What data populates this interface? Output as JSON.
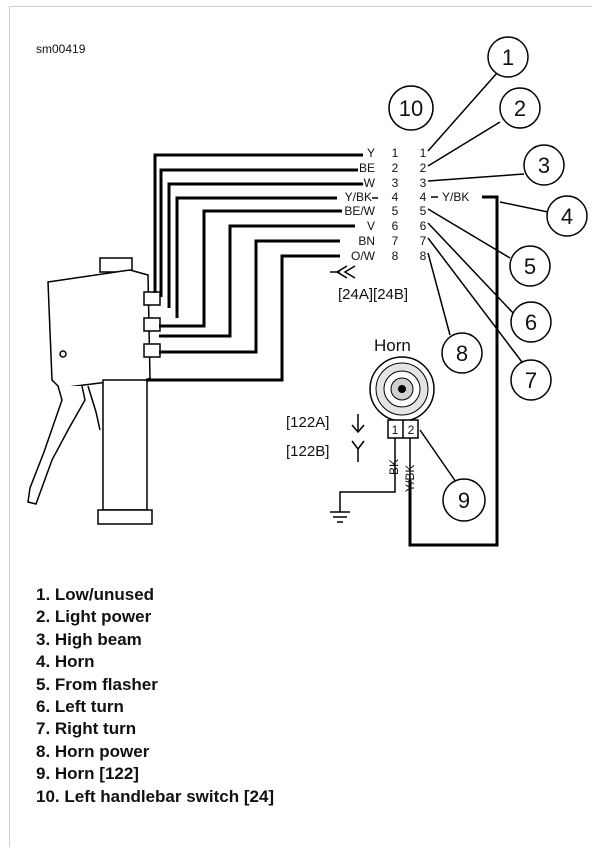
{
  "figure_id": "sm00419",
  "callouts": [
    "1",
    "2",
    "3",
    "4",
    "5",
    "6",
    "7",
    "8",
    "9",
    "10"
  ],
  "pins": [
    "1",
    "2",
    "3",
    "4",
    "5",
    "6",
    "7",
    "8"
  ],
  "wire_colors": [
    "Y",
    "BE",
    "W",
    "Y/BK",
    "BE/W",
    "V",
    "BN",
    "O/W"
  ],
  "wire_y_bk_label": "Y/BK",
  "connector_24": "[24A][24B]",
  "horn": {
    "title": "Horn",
    "pin_1": "1",
    "pin_2": "2",
    "connector_a": "[122A]",
    "connector_b": "[122B]",
    "wire_bk": "BK",
    "wire_ybk": "Y/BK"
  },
  "legend": [
    "1. Low/unused",
    "2. Light power",
    "3. High beam",
    "4. Horn",
    "5. From flasher",
    "6. Left turn",
    "7. Right turn",
    "8. Horn power",
    "9. Horn [122]",
    "10. Left handlebar switch [24]"
  ]
}
